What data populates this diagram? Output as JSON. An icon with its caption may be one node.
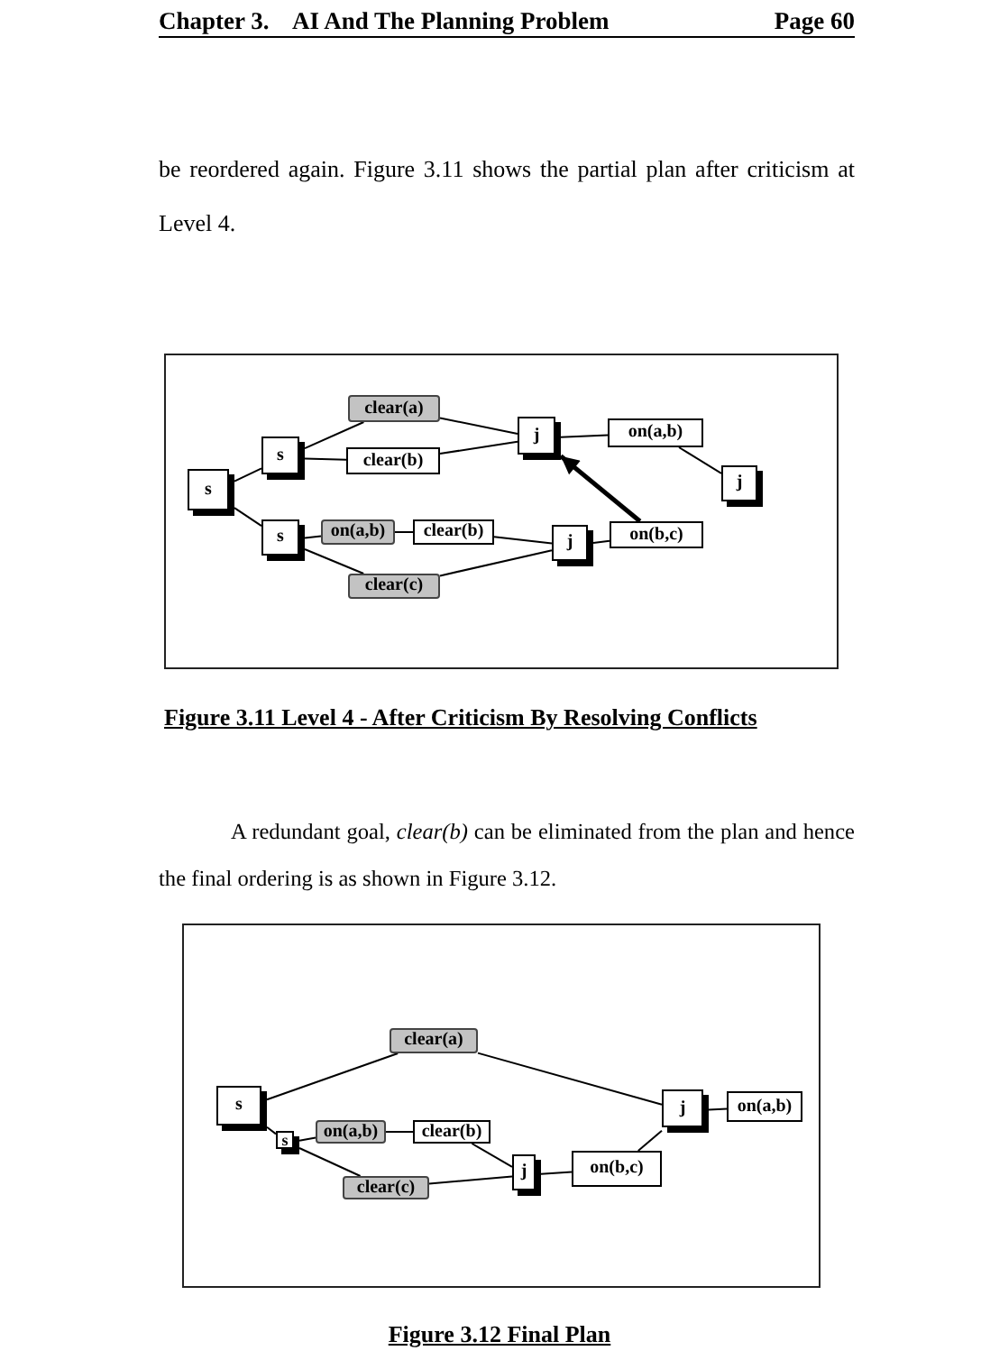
{
  "diagram": {
    "nodes": [
      {
        "text": [
          "s"
        ]
      },
      {
        "text": [
          "s"
        ]
      },
      {
        "text": [
          "clear(a)"
        ]
      },
      {
        "text": [
          "clear(b)"
        ]
      },
      {
        "text": [
          "j"
        ]
      },
      {
        "text": [
          "on(a,b)"
        ]
      },
      {
        "text": [
          "j"
        ]
      },
      {
        "text": [
          "s"
        ]
      },
      {
        "text": [
          "on(a,b)"
        ]
      },
      {
        "text": [
          "clear(b)"
        ]
      },
      {
        "text": [
          "j"
        ]
      },
      {
        "text": [
          "on(b,c)"
        ]
      },
      {
        "text": [
          "clear(c)"
        ]
      },
      {
        "text": [
          "s"
        ]
      },
      {
        "text": [
          "clear(a)"
        ]
      },
      {
        "text": [
          "s"
        ]
      },
      {
        "text": [
          "on(a,b)"
        ]
      },
      {
        "text": [
          "clear(b)"
        ]
      },
      {
        "text": [
          "clear(c)"
        ]
      },
      {
        "text": [
          "j"
        ]
      },
      {
        "text": [
          "on(b,c)"
        ]
      },
      {
        "text": [
          "j"
        ]
      },
      {
        "text": [
          "on(a,b)"
        ]
      }
    ],
    "edges": [
      {
        "from": 0,
        "to": 1,
        "arrow": "none"
      },
      {
        "from": 0,
        "to": 7,
        "arrow": "none"
      },
      {
        "from": 1,
        "to": 2,
        "arrow": "none"
      },
      {
        "from": 1,
        "to": 3,
        "arrow": "none"
      },
      {
        "from": 2,
        "to": 4,
        "arrow": "none"
      },
      {
        "from": 3,
        "to": 4,
        "arrow": "none"
      },
      {
        "from": 4,
        "to": 5,
        "arrow": "none"
      },
      {
        "from": 5,
        "to": 6,
        "arrow": "none"
      },
      {
        "from": 7,
        "to": 8,
        "arrow": "none"
      },
      {
        "from": 8,
        "to": 9,
        "arrow": "none"
      },
      {
        "from": 9,
        "to": 10,
        "arrow": "none"
      },
      {
        "from": 7,
        "to": 12,
        "arrow": "none"
      },
      {
        "from": 12,
        "to": 10,
        "arrow": "none"
      },
      {
        "from": 10,
        "to": 11,
        "arrow": "none"
      },
      {
        "from": 11,
        "to": 4,
        "arrow": "to",
        "style": "thick"
      },
      {
        "from": 13,
        "to": 14,
        "arrow": "none"
      },
      {
        "from": 13,
        "to": 15,
        "arrow": "none"
      },
      {
        "from": 15,
        "to": 16,
        "arrow": "none"
      },
      {
        "from": 16,
        "to": 17,
        "arrow": "none"
      },
      {
        "from": 17,
        "to": 19,
        "arrow": "none"
      },
      {
        "from": 15,
        "to": 18,
        "arrow": "none"
      },
      {
        "from": 18,
        "to": 19,
        "arrow": "none"
      },
      {
        "from": 19,
        "to": 20,
        "arrow": "none"
      },
      {
        "from": 20,
        "to": 21,
        "arrow": "none"
      },
      {
        "from": 14,
        "to": 21,
        "arrow": "none"
      },
      {
        "from": 21,
        "to": 22,
        "arrow": "none"
      }
    ],
    "labels": [
      "Chapter 3.",
      "AI And The Planning Problem",
      "Page 60",
      "be reordered again. Figure 3.11 shows the partial plan after criticism at Level 4.",
      "Figure 3.11 Level 4 - After Criticism By Resolving Conflicts",
      "A redundant goal, *clear(b)* can be eliminated from the plan and hence the final ordering is as shown in Figure 3.12.",
      "Figure 3.12 Final Plan"
    ]
  }
}
